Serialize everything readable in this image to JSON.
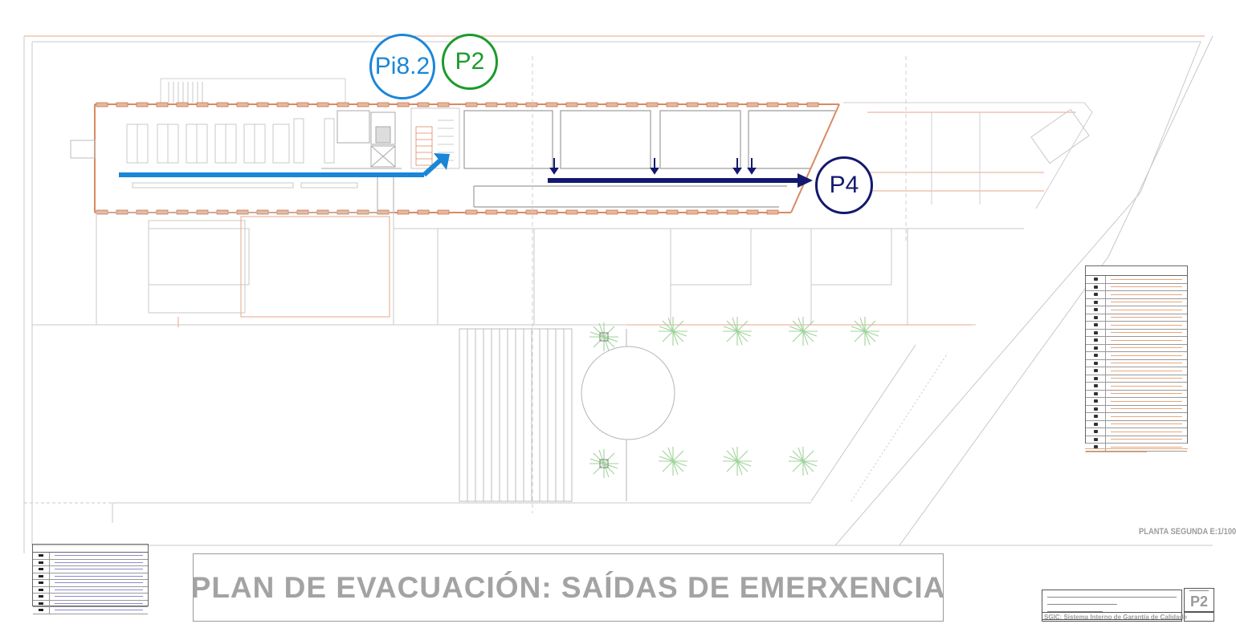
{
  "plan": {
    "title": "PLAN DE EVACUACIÓN: SAÍDAS DE EMERXENCIA",
    "scale_label": "PLANTA SEGUNDA E:1/100",
    "plan_number": "P2",
    "footer_text": "SGIC: Sistema Interno de Garantía de Calidade"
  },
  "markers": [
    {
      "label": "Pi8.2",
      "color": "#1a86d8"
    },
    {
      "label": "P2",
      "color": "#1c9a2c"
    },
    {
      "label": "P4",
      "color": "#13196e"
    }
  ],
  "colors": {
    "wall": "#d98a62",
    "linework": "#bdbdbd",
    "route_blue": "#1a86d8",
    "route_navy": "#13196e",
    "exit_green": "#1c9a2c",
    "title_grey": "#a3a3a3"
  }
}
